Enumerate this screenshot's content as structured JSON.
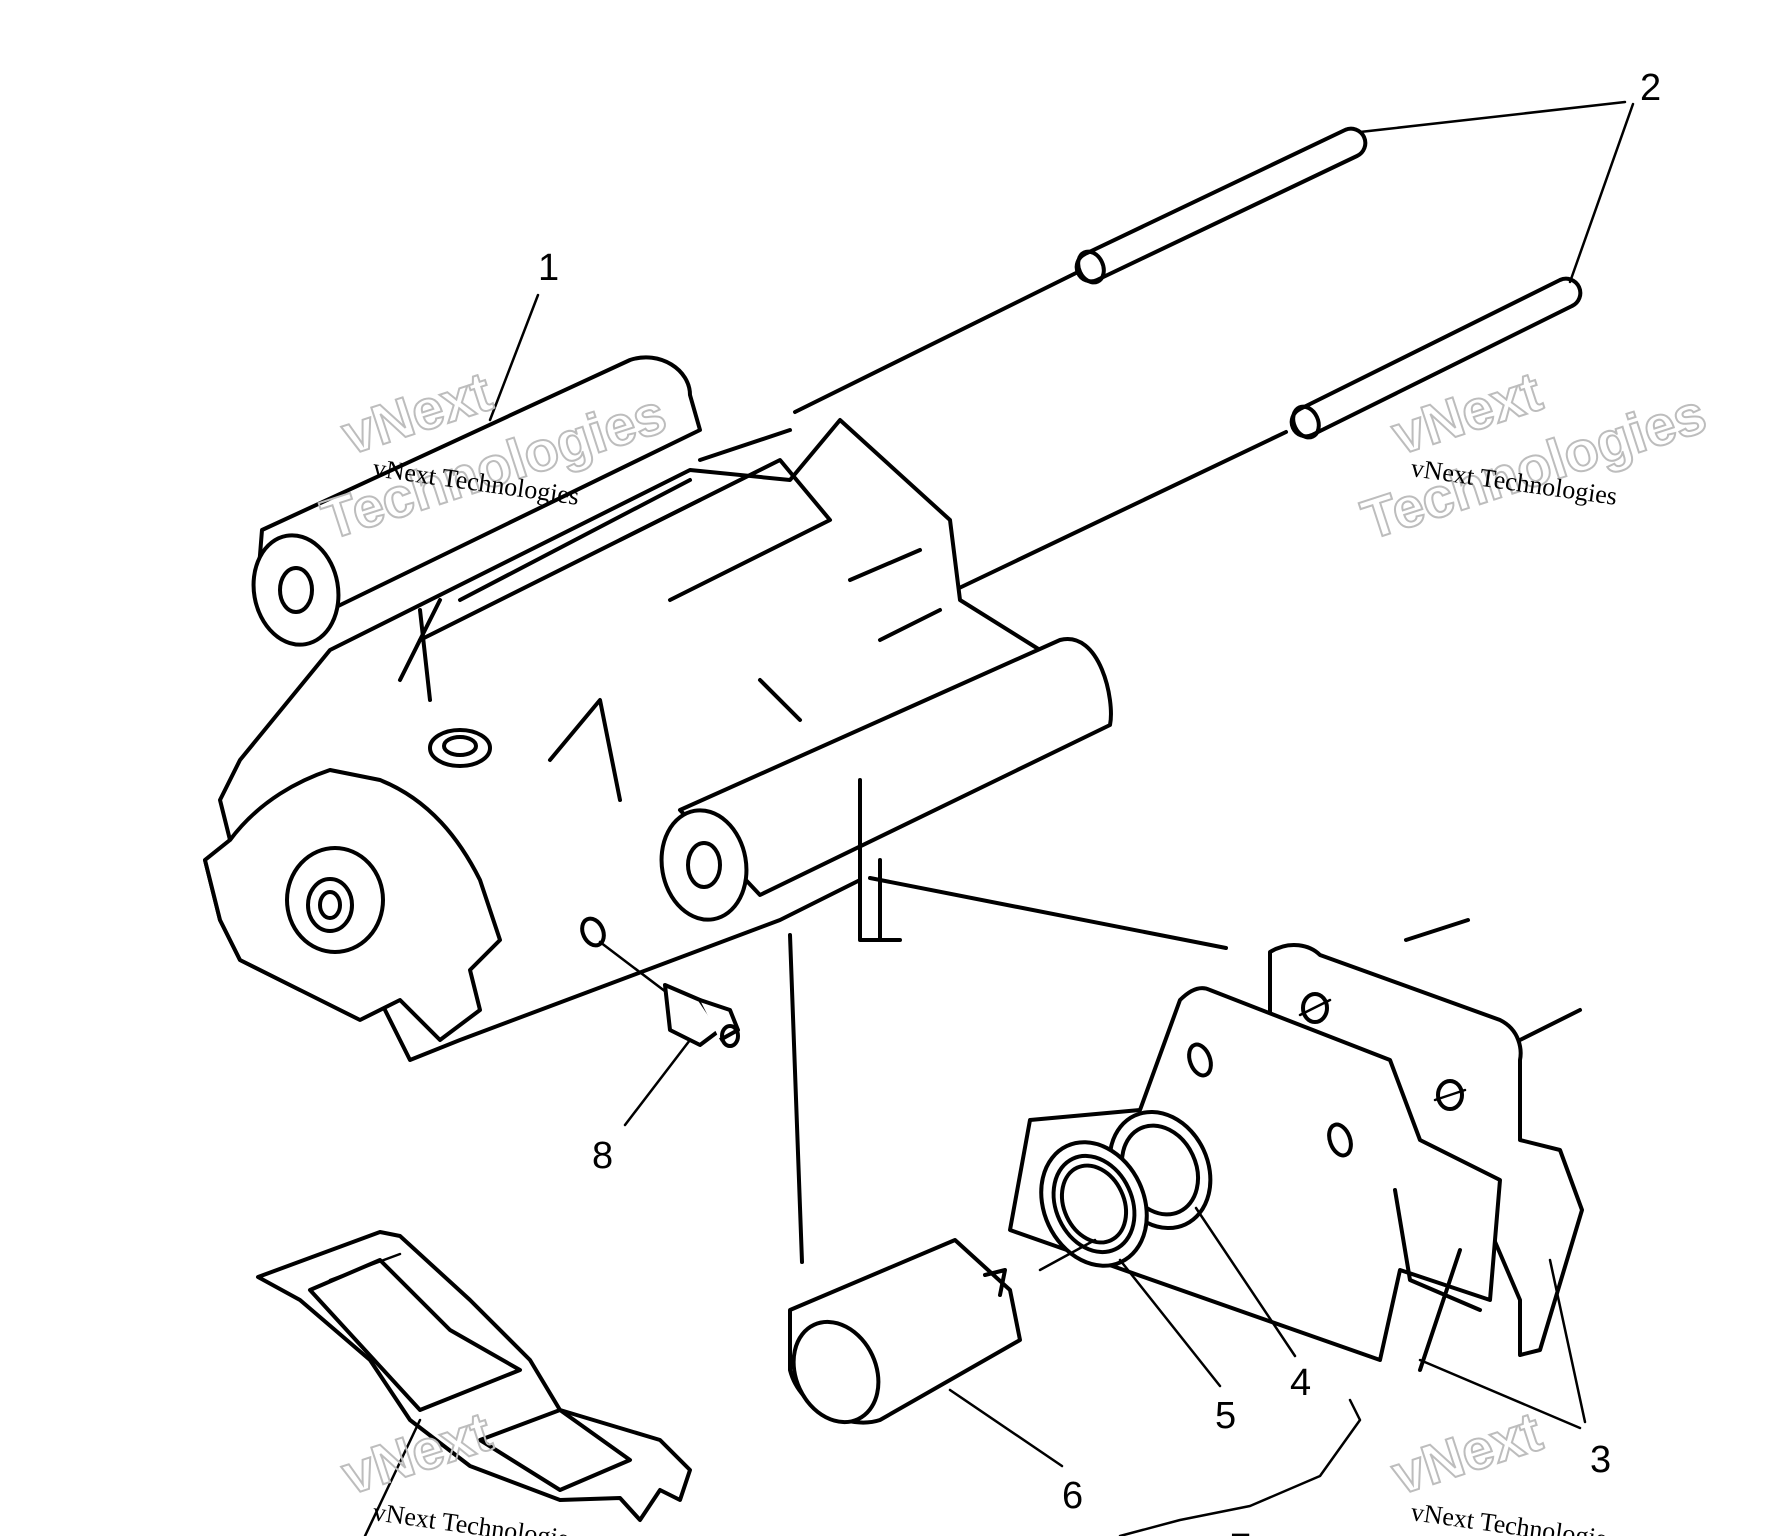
{
  "callouts": {
    "c1": "1",
    "c2": "2",
    "c3": "3",
    "c4": "4",
    "c5": "5",
    "c6": "6",
    "c7": "7",
    "c8": "8"
  },
  "watermark": {
    "small": "vNext Technologies",
    "big_line1": "vNext",
    "big_line2": "Technologies"
  },
  "colors": {
    "line": "#000000",
    "background": "#ffffff",
    "watermark_outline": "#bdbdbd"
  }
}
